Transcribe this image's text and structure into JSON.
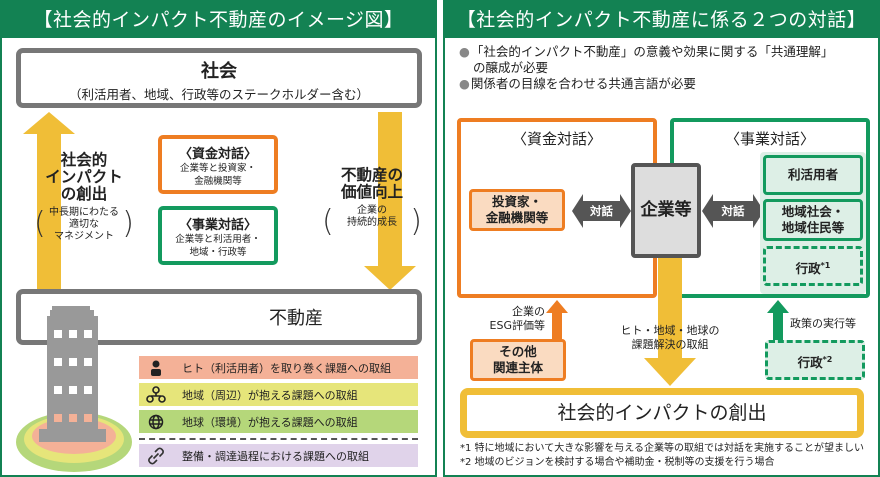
{
  "colors": {
    "header_green": "#138253",
    "fund_orange": "#EE7D22",
    "biz_green": "#139A5E",
    "arrow_yellow": "#F0BE37",
    "gray_border": "#777777",
    "person_row": "#F4B197",
    "region_row": "#E6E57A",
    "earth_row": "#B5D77A",
    "supply_row": "#E0D3EA"
  },
  "left_panel": {
    "title": "【社会的インパクト不動産のイメージ図】",
    "society": {
      "title": "社会",
      "subtitle": "（利活用者、地域、行政等のステークホルダー含む）"
    },
    "impact_arrow": {
      "lines": [
        "社会的",
        "インパクト",
        "の創出"
      ],
      "note_lines": [
        "中長期にわたる",
        "適切な",
        "マネジメント"
      ]
    },
    "value_arrow": {
      "lines": [
        "不動産の",
        "価値向上"
      ],
      "note_lines": [
        "企業の",
        "持続的成長"
      ]
    },
    "fund_dialogue": {
      "heading": "〈資金対話〉",
      "lines": [
        "企業等と投資家・",
        "金融機関等"
      ]
    },
    "business_dialogue": {
      "heading": "〈事業対話〉",
      "lines": [
        "企業等と利活用者・",
        "地域・行政等"
      ]
    },
    "real_estate": {
      "title": "不動産"
    },
    "issues": [
      {
        "icon": "person-icon",
        "label": "ヒト（利活用者）を取り巻く課題への取組"
      },
      {
        "icon": "community-icon",
        "label": "地域（周辺）が抱える課題への取組"
      },
      {
        "icon": "globe-icon",
        "label": "地球（環境）が抱える課題への取組"
      },
      {
        "icon": "chain-link-icon",
        "label": "整備・調達過程における課題への取組"
      }
    ]
  },
  "right_panel": {
    "title": "【社会的インパクト不動産に係る２つの対話】",
    "bullets": [
      {
        "marker": "●",
        "text": "「社会的インパクト不動産」の意義や効果に関する「共通理解」",
        "continuation": "の醸成が必要"
      },
      {
        "marker": "●",
        "text": "関係者の目線を合わせる共通言語が必要",
        "continuation": ""
      }
    ],
    "fund_frame_title": "〈資金対話〉",
    "business_frame_title": "〈事業対話〉",
    "investor_lines": [
      "投資家・",
      "金融機関等"
    ],
    "company": "企業等",
    "dialogue_label_left": "対話",
    "dialogue_label_right": "対話",
    "users": "利活用者",
    "local_lines": [
      "地域社会・",
      "地域住民等"
    ],
    "gov1": {
      "text": "行政",
      "mark": "*1"
    },
    "gov2": {
      "text": "行政",
      "mark": "*2"
    },
    "esg_lines": [
      "企業の",
      "ESG評価等"
    ],
    "other_lines": [
      "その他",
      "関連主体"
    ],
    "hito_lines": [
      "ヒト・地域・地球の",
      "課題解決の取組"
    ],
    "policy_label": "政策の実行等",
    "impact_creation": "社会的インパクトの創出",
    "notes": [
      "*1 特に地域において大きな影響を与える企業等の取組では対話を実施することが望ましい",
      "*2 地域のビジョンを検討する場合や補助金・税制等の支援を行う場合"
    ]
  }
}
